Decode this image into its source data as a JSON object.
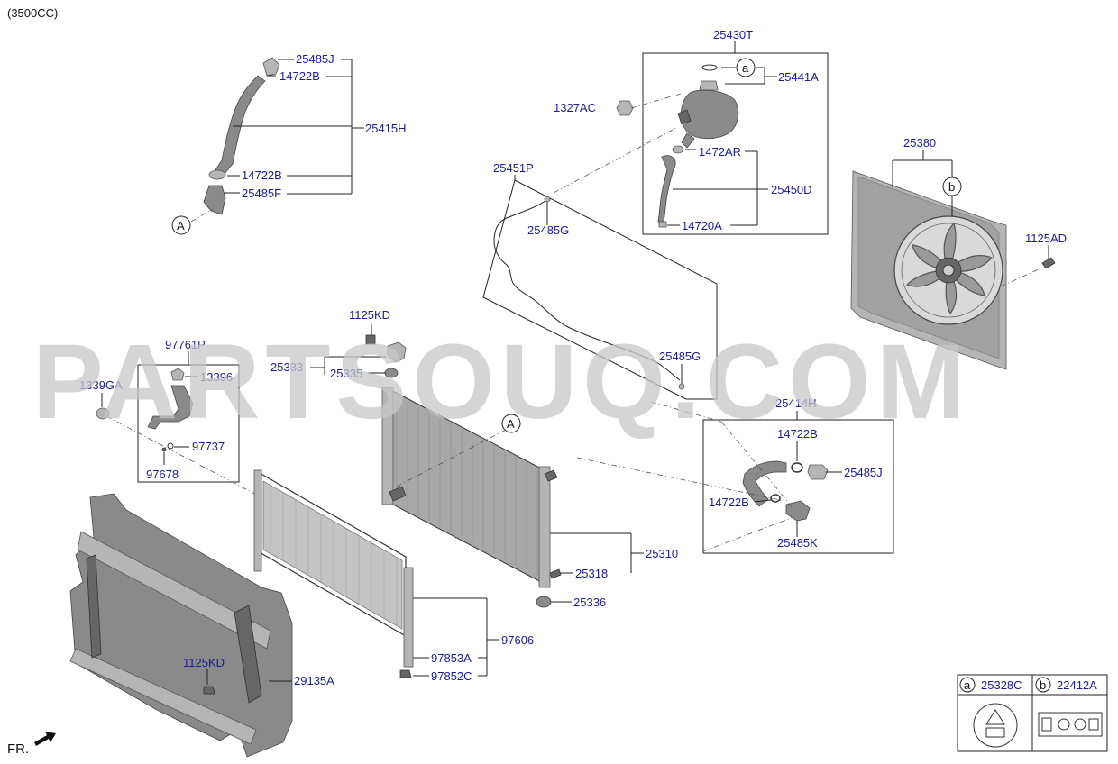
{
  "engine_label": "(3500CC)",
  "watermark": "PARTSOUQ.COM",
  "direction_label": "FR.",
  "callouts": {
    "a": "a",
    "b": "b",
    "A": "A"
  },
  "parts": {
    "p25485J_top": "25485J",
    "p14722B_top": "14722B",
    "p25415H": "25415H",
    "p14722B_mid": "14722B",
    "p25485F": "25485F",
    "p25430T": "25430T",
    "p25441A": "25441A",
    "p1327AC": "1327AC",
    "p1472AR": "1472AR",
    "p25450D": "25450D",
    "p14720A": "14720A",
    "p25451P": "25451P",
    "p25485G_top": "25485G",
    "p25485G_bot": "25485G",
    "p25380": "25380",
    "p1125AD": "1125AD",
    "p1125KD_top": "1125KD",
    "p25333": "25333",
    "p25335": "25335",
    "p97761P": "97761P",
    "p13396": "13396",
    "p1339GA": "1339GA",
    "p97737": "97737",
    "p97678": "97678",
    "p25414H": "25414H",
    "p14722B_right1": "14722B",
    "p25485J_right": "25485J",
    "p14722B_right2": "14722B",
    "p25485K": "25485K",
    "p25310": "25310",
    "p25318": "25318",
    "p25336": "25336",
    "p97606": "97606",
    "p97853A": "97853A",
    "p97852C": "97852C",
    "p1125KD_bot": "1125KD",
    "p29135A": "29135A"
  },
  "legend": {
    "a_code": "25328C",
    "b_code": "22412A"
  }
}
